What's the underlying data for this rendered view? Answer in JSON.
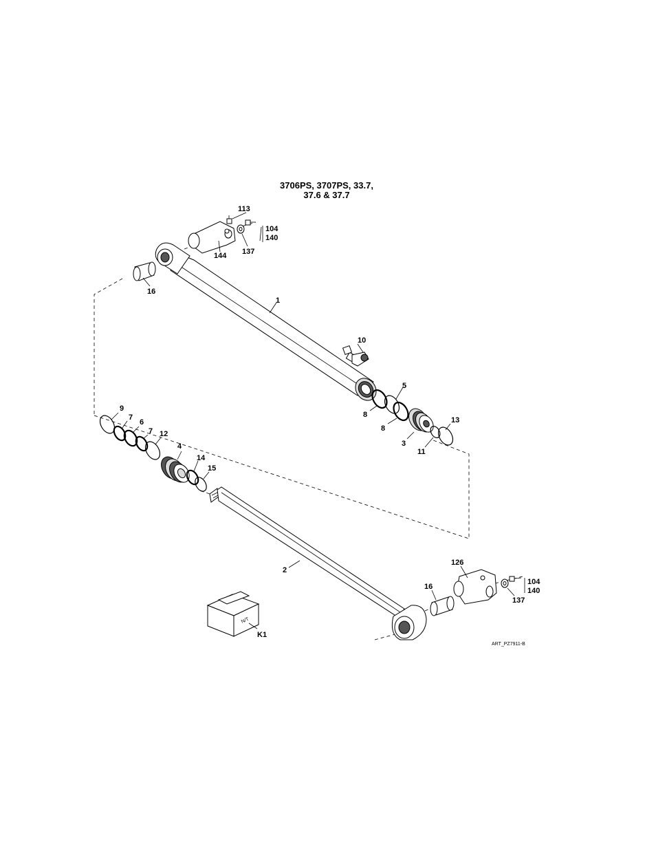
{
  "title": {
    "line1": "3706PS, 3707PS, 33.7,",
    "line2": "37.6 & 37.7"
  },
  "art_id": "ART_PZ7911-B",
  "kit_box_text": "N/T",
  "callouts": {
    "c113": "113",
    "c104_top": "104",
    "c140_top": "140",
    "c137_top": "137",
    "c144": "144",
    "c16_top": "16",
    "c1": "1",
    "c10": "10",
    "c5": "5",
    "c8_a": "8",
    "c8_b": "8",
    "c3": "3",
    "c13": "13",
    "c11": "11",
    "c9": "9",
    "c7_a": "7",
    "c6": "6",
    "c7_b": "7",
    "c12": "12",
    "c4": "4",
    "c14": "14",
    "c15": "15",
    "c2": "2",
    "c126": "126",
    "c16_bottom": "16",
    "c104_bottom": "104",
    "c140_bottom": "140",
    "c137_bottom": "137",
    "k1": "K1"
  }
}
